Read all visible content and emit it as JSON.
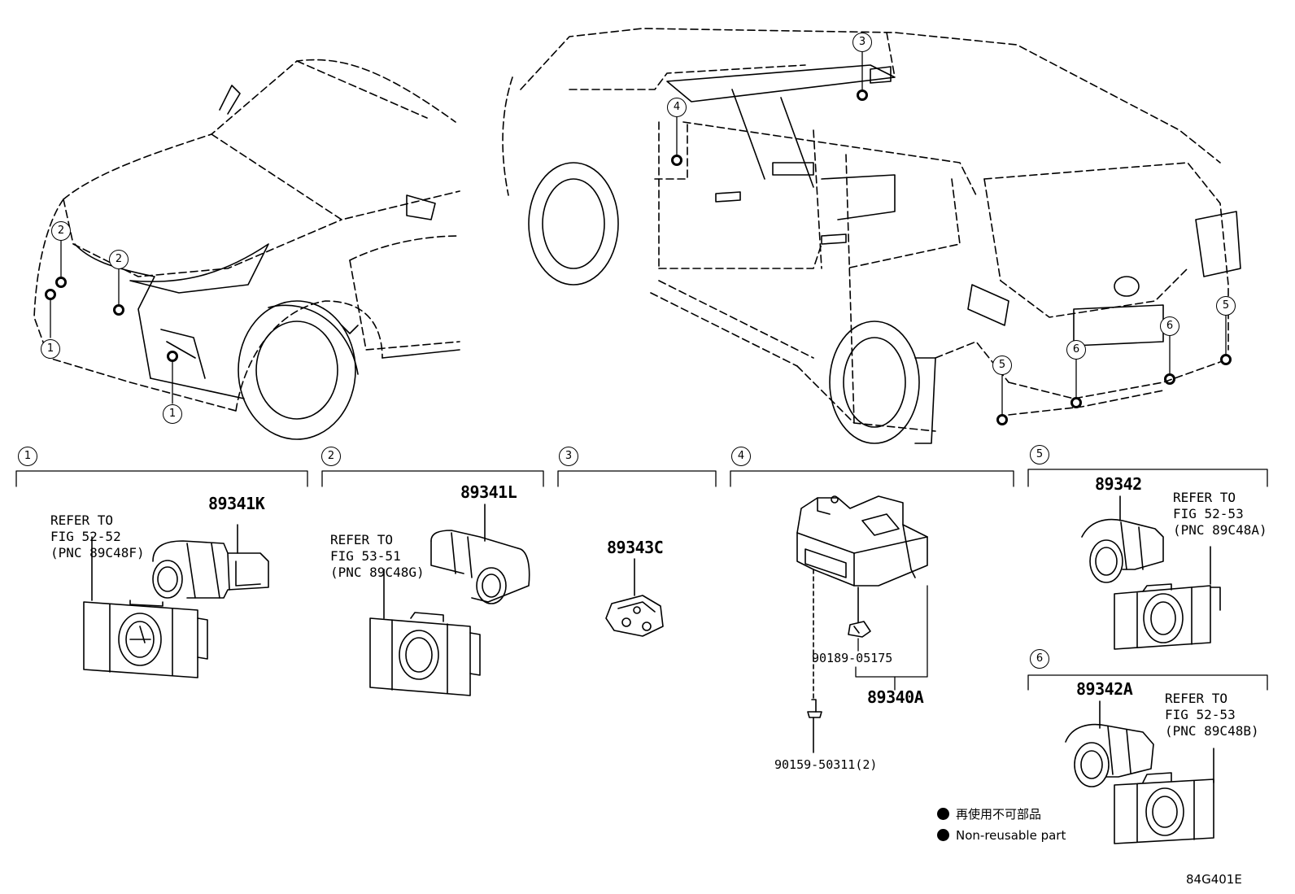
{
  "callouts": [
    "1",
    "2",
    "3",
    "4",
    "5",
    "6"
  ],
  "groups": {
    "g1": {
      "num": "1",
      "part": "89341K",
      "refer": [
        "REFER TO",
        "FIG 52-52",
        "(PNC 89C48F)"
      ]
    },
    "g2": {
      "num": "2",
      "part": "89341L",
      "refer": [
        "REFER TO",
        "FIG 53-51",
        "(PNC 89C48G)"
      ]
    },
    "g3": {
      "num": "3",
      "part": "89343C"
    },
    "g4": {
      "num": "4",
      "part": "89340A",
      "nut": "90189-05175",
      "bolt": "90159-50311(2)"
    },
    "g5": {
      "num": "5",
      "part": "89342",
      "refer": [
        "REFER TO",
        "FIG 52-53",
        "(PNC 89C48A)"
      ]
    },
    "g6": {
      "num": "6",
      "part": "89342A",
      "refer": [
        "REFER TO",
        "FIG 52-53",
        "(PNC 89C48B)"
      ]
    }
  },
  "legend": {
    "jp": "再使用不可部品",
    "en": "Non-reusable part"
  },
  "figure_code": "84G401E"
}
